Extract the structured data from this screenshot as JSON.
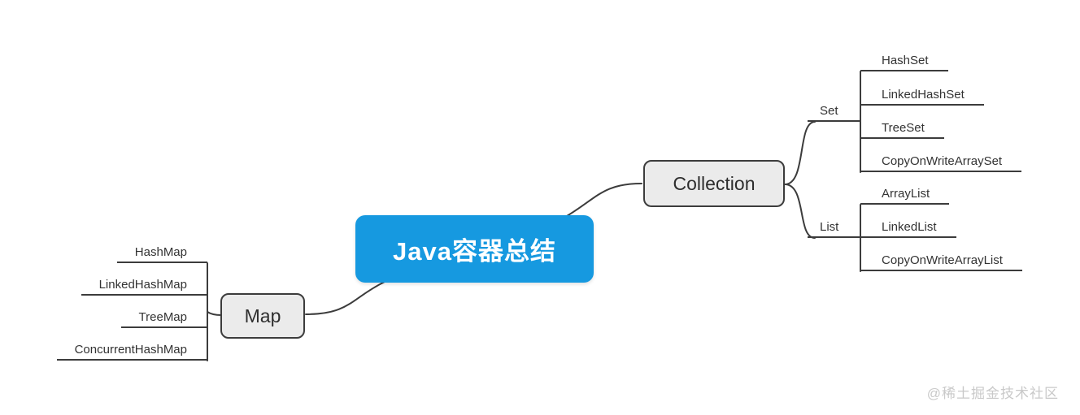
{
  "root": {
    "label": "Java容器总结"
  },
  "map": {
    "label": "Map",
    "children": [
      "HashMap",
      "LinkedHashMap",
      "TreeMap",
      "ConcurrentHashMap"
    ]
  },
  "collection": {
    "label": "Collection",
    "set": {
      "label": "Set",
      "children": [
        "HashSet",
        "LinkedHashSet",
        "TreeSet",
        "CopyOnWriteArraySet"
      ]
    },
    "list": {
      "label": "List",
      "children": [
        "ArrayList",
        "LinkedList",
        "CopyOnWriteArrayList"
      ]
    }
  },
  "watermark": "@稀土掘金技术社区",
  "colors": {
    "root_bg": "#1699e0",
    "node_bg": "#ebebeb",
    "node_border": "#3c3c3c",
    "line": "#3c3c3c",
    "text": "#333333",
    "watermark": "#c9c9c9"
  }
}
